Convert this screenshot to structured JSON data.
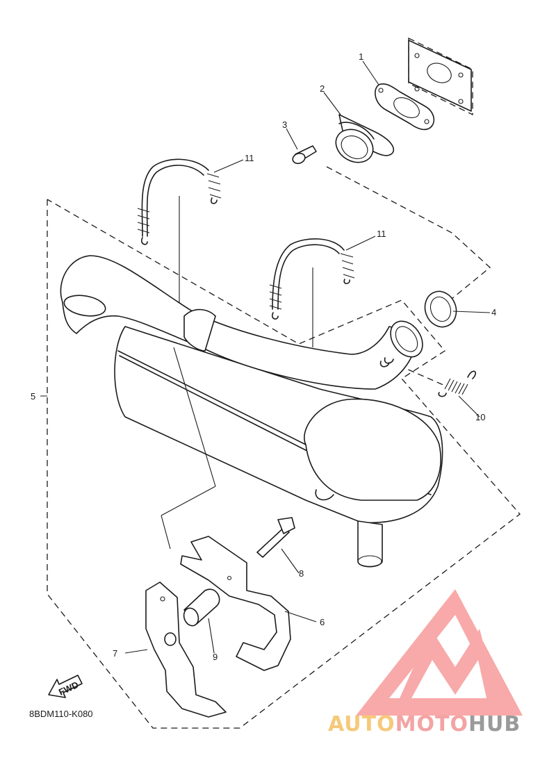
{
  "diagram_code": "8BDM110-K080",
  "fwd_label": "FWD",
  "callouts": [
    "1",
    "2",
    "3",
    "4",
    "5",
    "6",
    "7",
    "8",
    "9",
    "10",
    "11",
    "11"
  ],
  "watermark": {
    "parts": [
      "AUTO",
      "MOTO",
      "HUB"
    ],
    "colors": {
      "auto": "#f6c97a",
      "moto": "#f4a3a3",
      "hub": "#9a9a9a",
      "logo": "#f8a0a0"
    }
  }
}
